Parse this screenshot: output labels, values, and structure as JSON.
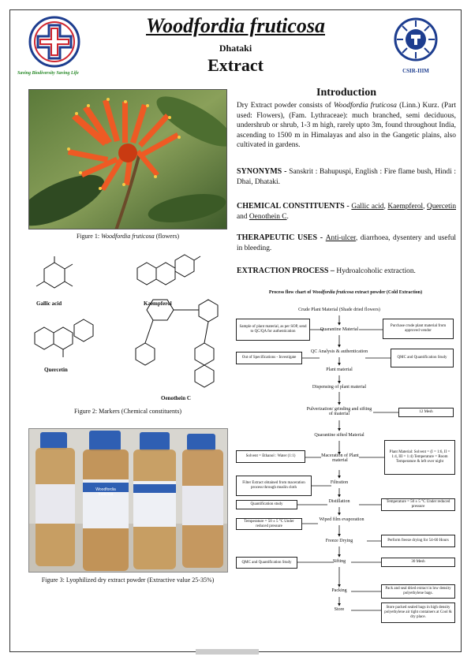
{
  "header": {
    "title": "Woodfordia fruticosa",
    "subtitle": "Dhataki",
    "title2": "Extract",
    "tagline": "Saving Biodiversity Saving Life",
    "right_logo_text": "CSIR-IIIM"
  },
  "figures": {
    "fig1_caption_prefix": "Figure 1: ",
    "fig1_caption_species": "Woodfordia fruticosa",
    "fig1_caption_suffix": " (flowers)",
    "fig2_caption": "Figure 2: Markers (Chemical constituents)",
    "fig3_caption": "Figure 3: Lyophilized dry extract powder (Extractive value 25-35%)",
    "chem_labels": {
      "gallic": "Gallic acid",
      "kaempferol": "Kaempferol",
      "quercetin": "Quercetin",
      "oenothein": "Oenothein C"
    },
    "jar_label_line1": "Woodfordia",
    "jar_label_line2": "fruticosa"
  },
  "intro": {
    "heading": "Introduction",
    "p1_start": "Dry Extract powder consists of ",
    "p1_species": "Woodfordia fruticosa",
    "p1_rest": " (Linn.) Kurz. (Part used: Flowers), (Fam. Lythraceae): much branched, semi deciduous, undershrub or shrub, 1-3 m high, rarely upto 3m, found throughout India, ascending to 1500 m in Himalayas and also in the Gangetic plains, also cultivated in gardens.",
    "syn_head": "SYNONYMS - ",
    "syn_text": "Sanskrit : Bahupuspi, English : Fire flame bush, Hindi : Dhai, Dhataki.",
    "chem_head": "CHEMICAL CONSTITUENTS - ",
    "chem_items": [
      "Gallic acid",
      "Kaempferol",
      "Quercetin",
      "Oenothein C"
    ],
    "chem_sep1": ",",
    "chem_sep2": ", ",
    "chem_sep3": " and ",
    "chem_end": ".",
    "ther_head": "THERAPEUTIC USES - ",
    "ther_u": "Anti-ulcer",
    "ther_text": ", diarrhoea, dysentery and useful in bleeding.",
    "ext_head": "EXTRACTION PROCESS – ",
    "ext_text": "Hydroalcoholic extraction."
  },
  "flowchart": {
    "title_prefix": "Process flow chart of ",
    "title_species": "Woodfordia fruticosa",
    "title_suffix": " extract powder (Cold Extraction)",
    "steps": [
      "Crude Plant Material (Shade dried flowers)",
      "Quarantine Material",
      "QC Analysis & authentication",
      "Plant material",
      "Dispensing of plant material",
      "Pulverization/ grinding and sifting of material",
      "Quarantine sifted Material",
      "Maceration of Plant material",
      "Filtration",
      "Distillation",
      "Wiped film evaporation",
      "Freeze Drying",
      "Sifting",
      "Packing",
      "Store"
    ],
    "left_boxes": [
      "Sample of plant material, as per SOP, send to QC/QA for authentication",
      "Out of Specifications - Investigate",
      "Solvent = Ethanol : Water (1:1)",
      "Filter Extract obtained from maceration process through muslin cloth",
      "Quantification study",
      "Temperature = 50 ± 5 °C Under reduced pressure",
      "QMC and Quantification Study"
    ],
    "right_boxes": [
      "Purchase crude plant material from approved vendor",
      "QMC and Quantification Study",
      "12 Mesh",
      "Plant Material: Solvent = (I = 1:6, II = 1:4, III = 1:4) Temperature = Room Temperature & left over night",
      "Temperature = 50 ± 5 °C Under reduced pressure",
      "Perform freeze drying for 54-60 Hours",
      "30 Mesh",
      "Pack and seal dried extract in low density polyethylene bags.",
      "Store packed sealed bags in high density polyethylene air tight containers at Cool & dry place."
    ]
  },
  "colors": {
    "tagline": "#2a8a2a",
    "logo_red": "#d0262f",
    "logo_blue": "#1d3d8f",
    "flower_orange": "#ee5a24"
  }
}
